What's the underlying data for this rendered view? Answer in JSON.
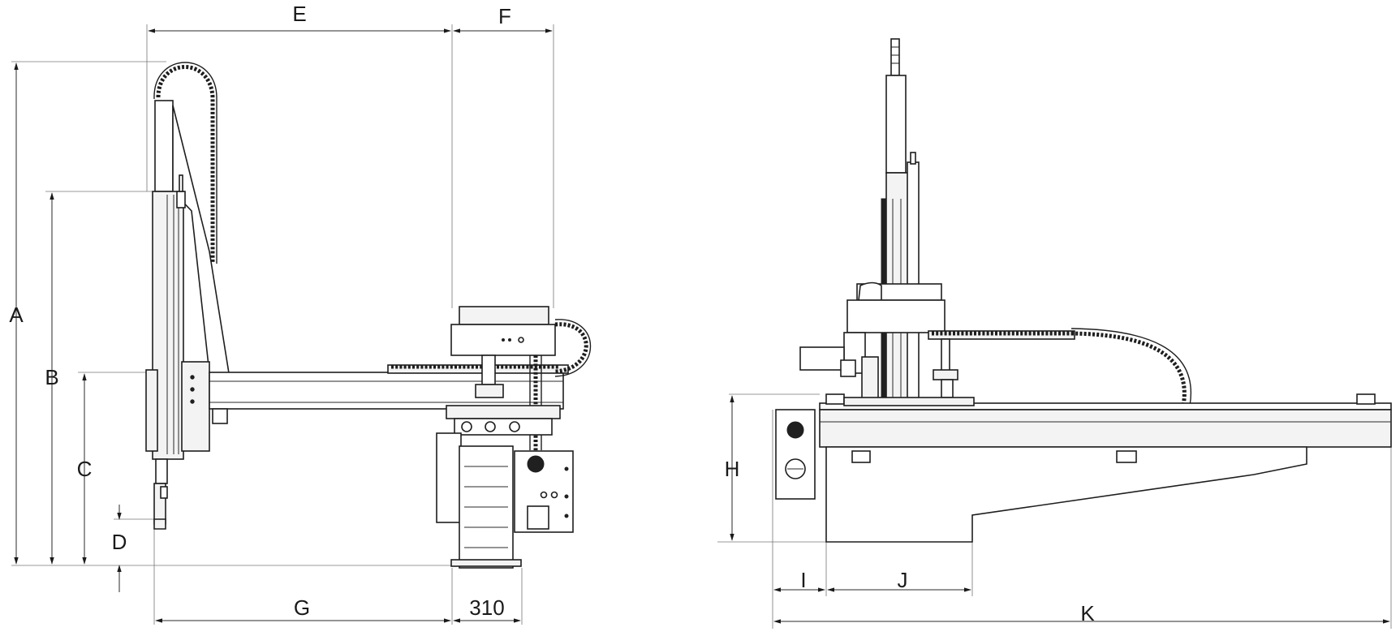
{
  "dimensions": {
    "A": "A",
    "B": "B",
    "C": "C",
    "D": "D",
    "E": "E",
    "F": "F",
    "G": "G",
    "fixed_310": "310",
    "H": "H",
    "I": "I",
    "J": "J",
    "K": "K"
  }
}
